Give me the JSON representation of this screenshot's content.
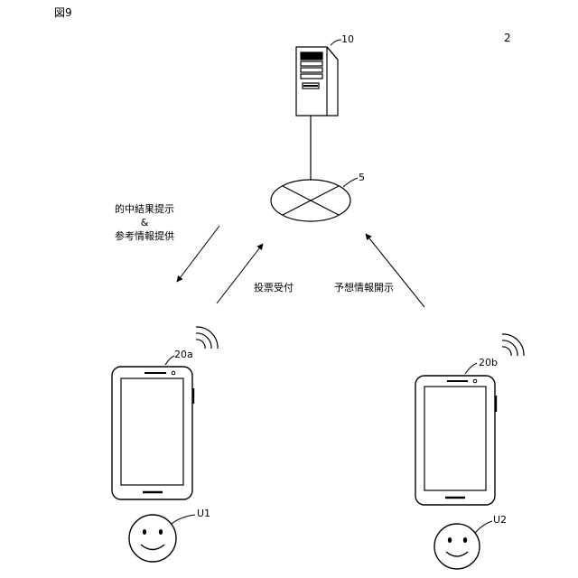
{
  "figure": {
    "label": "図9",
    "diagram_ref": "2"
  },
  "server": {
    "ref": "10"
  },
  "network": {
    "ref": "5"
  },
  "arrows": {
    "result_line1": "的中結果提示",
    "result_line2": "&",
    "result_line3": "参考情報提供",
    "vote": "投票受付",
    "predict": "予想情報開示"
  },
  "devices": {
    "phone_a_ref": "20a",
    "phone_b_ref": "20b"
  },
  "users": {
    "user1_ref": "U1",
    "user2_ref": "U2"
  }
}
